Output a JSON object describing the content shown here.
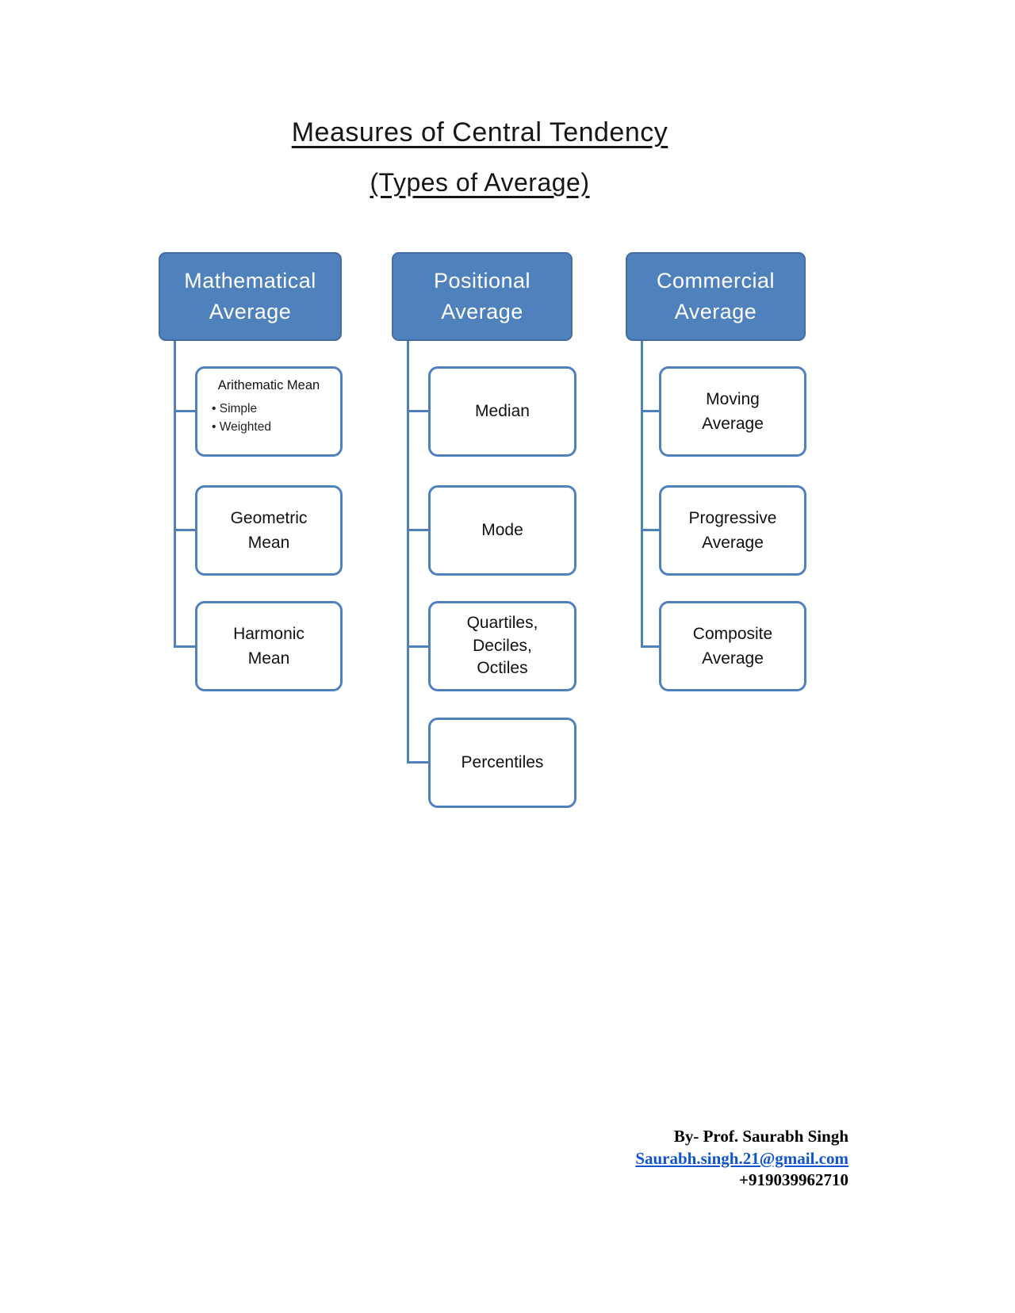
{
  "page": {
    "title": "Measures of Central Tendency",
    "subtitle": "(Types of Average)"
  },
  "diagram": {
    "accent_color": "#4F81BD",
    "header_text_color": "#FFFFFF",
    "child_fill_color": "#FFFFFF",
    "columns": [
      {
        "header": "Mathematical Average",
        "children": [
          {
            "label": "Arithematic Mean",
            "bullets": [
              "Simple",
              "Weighted"
            ]
          },
          {
            "label": "Geometric Mean"
          },
          {
            "label": "Harmonic Mean"
          }
        ]
      },
      {
        "header": "Positional Average",
        "children": [
          {
            "label": "Median"
          },
          {
            "label": "Mode"
          },
          {
            "label": "Quartiles, Deciles, Octiles"
          },
          {
            "label": "Percentiles"
          }
        ]
      },
      {
        "header": "Commercial Average",
        "children": [
          {
            "label": "Moving Average"
          },
          {
            "label": "Progressive Average"
          },
          {
            "label": "Composite Average"
          }
        ]
      }
    ]
  },
  "footer": {
    "byline": "By- Prof. Saurabh Singh",
    "email": "Saurabh.singh.21@gmail.com",
    "email_color": "#1155CC",
    "phone": "+919039962710"
  }
}
